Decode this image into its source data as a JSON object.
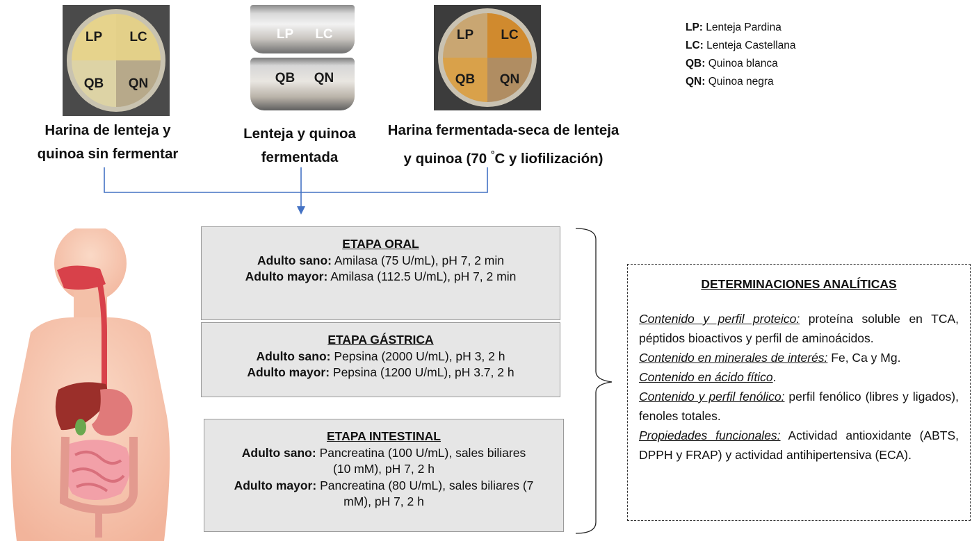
{
  "legend": [
    {
      "abbr": "LP:",
      "text": " Lenteja Pardina"
    },
    {
      "abbr": "LC:",
      "text": " Lenteja Castellana"
    },
    {
      "abbr": "QB:",
      "text": " Quinoa blanca"
    },
    {
      "abbr": "QN:",
      "text": " Quinoa negra"
    }
  ],
  "quadrant_labels": {
    "lp": "LP",
    "lc": "LC",
    "qb": "QB",
    "qn": "QN"
  },
  "captions": {
    "unfermented": [
      "Harina de lenteja y",
      "quinoa sin fermentar"
    ],
    "fermented": [
      "Lenteja y quinoa",
      "fermentada"
    ],
    "dried_line1": "Harina fermentada-seca de lenteja",
    "dried_line2_pre": "y quinoa (70 ",
    "dried_degree": "°",
    "dried_line2_post": "C y liofilización)"
  },
  "stages": {
    "oral": {
      "title": "ETAPA ORAL",
      "healthy_label": "Adulto sano:",
      "healthy_text": " Amilasa (75 U/mL), pH 7, 2 min",
      "elderly_label": "Adulto mayor:",
      "elderly_text": " Amilasa (112.5 U/mL), pH 7, 2 min"
    },
    "gastric": {
      "title": "ETAPA GÁSTRICA",
      "healthy_label": "Adulto sano:",
      "healthy_text": " Pepsina (2000 U/mL), pH 3, 2 h",
      "elderly_label": "Adulto mayor:",
      "elderly_text": " Pepsina (1200 U/mL), pH 3.7, 2 h"
    },
    "intestinal": {
      "title": "ETAPA INTESTINAL",
      "healthy_label": "Adulto sano:",
      "healthy_text": " Pancreatina (100 U/mL), sales biliares (10 mM), pH 7, 2 h",
      "elderly_label": "Adulto mayor:",
      "elderly_text": " Pancreatina (80 U/mL), sales biliares (7 mM), pH 7, 2 h"
    }
  },
  "determinations": {
    "title": "DETERMINACIONES ANALÍTICAS",
    "items": [
      {
        "label": "Contenido y perfil proteico:",
        "text": " proteína soluble en TCA, péptidos bioactivos y perfil de aminoácidos."
      },
      {
        "label": "Contenido en minerales de interés:",
        "text": " Fe, Ca y Mg."
      },
      {
        "label": "Contenido en ácido fítico",
        "text": "."
      },
      {
        "label": "Contenido y perfil fenólico:",
        "text": " perfil fenólico (libres y ligados), fenoles totales."
      },
      {
        "label": "Propiedades funcionales:",
        "text": " Actividad antioxidante (ABTS, DPPH y FRAP) y actividad antihipertensiva (ECA)."
      }
    ]
  },
  "colors": {
    "arrow": "#4472c4",
    "stage_bg": "#e6e6e6",
    "skin": "#f6c9b3"
  }
}
